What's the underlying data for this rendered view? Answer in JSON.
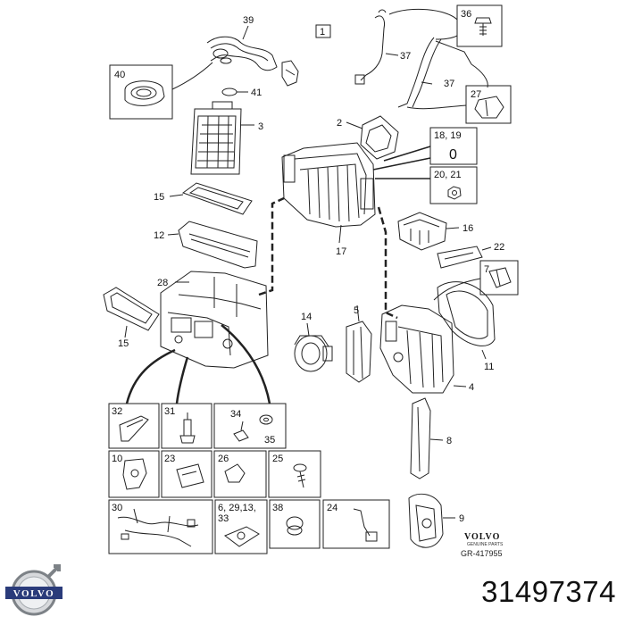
{
  "diagram": {
    "index_badge": "1",
    "callouts": {
      "c39": "39",
      "c40": "40",
      "c41": "41",
      "c3": "3",
      "c15a": "15",
      "c12": "12",
      "c28": "28",
      "c15b": "15",
      "c2": "2",
      "c17": "17",
      "c36": "36",
      "c37a": "37",
      "c37b": "37",
      "c27": "27",
      "c16": "16",
      "c22": "22",
      "c7": "7",
      "c11": "11",
      "c14": "14",
      "c5": "5",
      "c4": "4",
      "c8": "8",
      "c9": "9"
    },
    "boxes": {
      "b1819": "18, 19",
      "b1819_value": "0",
      "b2021": "20, 21",
      "b32": "32",
      "b31": "31",
      "b34": "34",
      "b35": "35",
      "b10": "10",
      "b23": "23",
      "b26": "26",
      "b25": "25",
      "b30": "30",
      "b6_line1": "6, 29,13,",
      "b6_line2": "33",
      "b38": "38",
      "b24": "24"
    },
    "watermark": {
      "brand": "VOLVO",
      "sub": "GENUINE PARTS",
      "ref": "GR-417955"
    }
  },
  "logo": {
    "text": "VOLVO"
  },
  "part_number": "31497374"
}
